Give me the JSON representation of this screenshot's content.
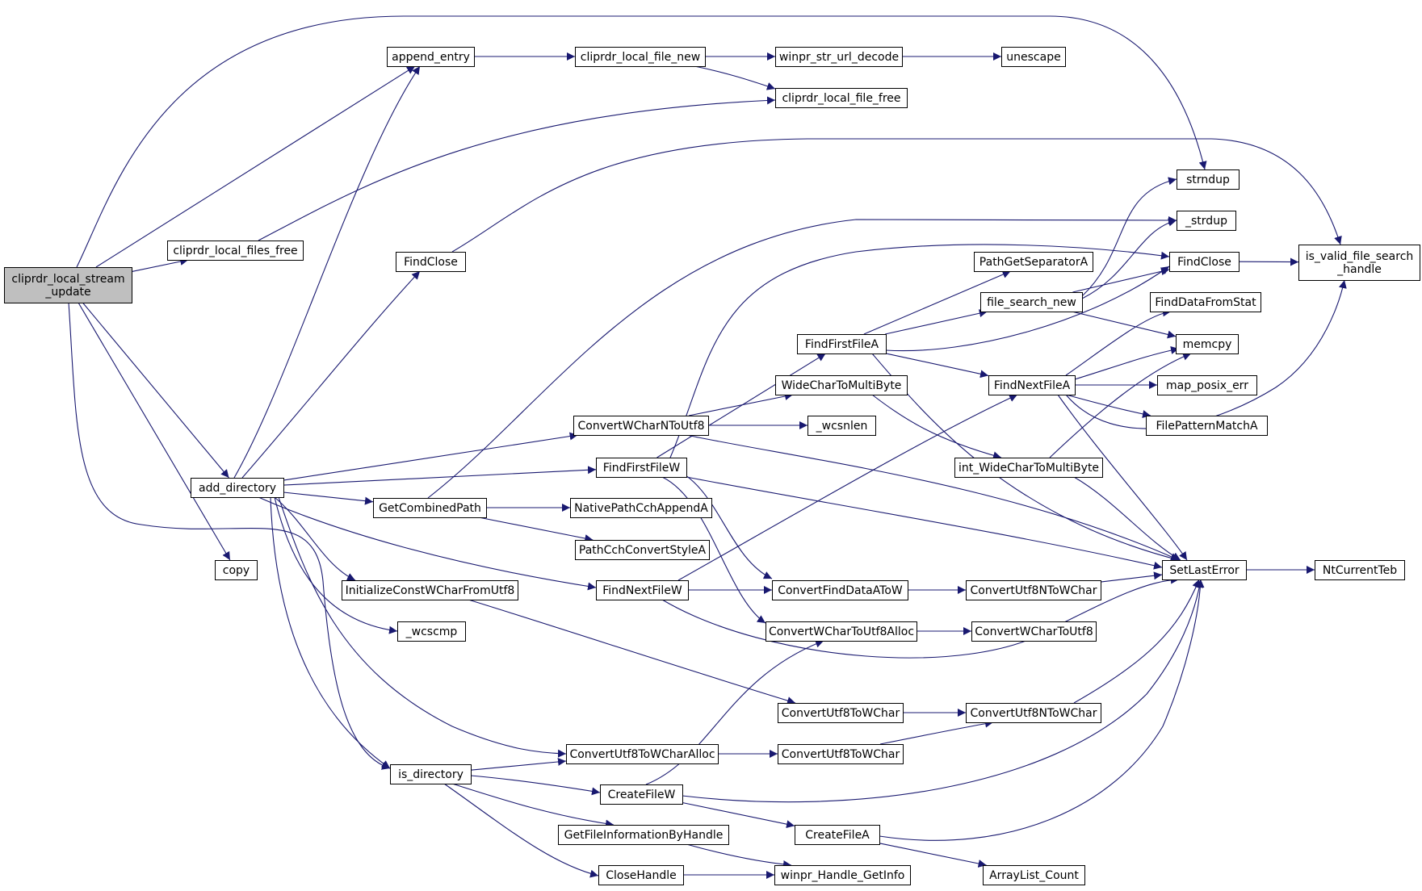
{
  "graph": {
    "root": "cliprdr_local_stream_update",
    "colors": {
      "edge": "#191970",
      "root_fill": "#bfbfbf",
      "node_fill": "#ffffff",
      "normal_border": "#000000",
      "truncated_border": "#ff0000"
    },
    "nodes": [
      {
        "id": "root",
        "lines": [
          "cliprdr_local_stream",
          "_update"
        ],
        "root": true
      },
      {
        "id": "append_entry",
        "lines": [
          "append_entry"
        ]
      },
      {
        "id": "cliprdr_local_file_new",
        "lines": [
          "cliprdr_local_file_new"
        ]
      },
      {
        "id": "winpr_str_url_decode",
        "lines": [
          "winpr_str_url_decode"
        ]
      },
      {
        "id": "unescape",
        "lines": [
          "unescape"
        ],
        "truncated": true
      },
      {
        "id": "cliprdr_local_file_free",
        "lines": [
          "cliprdr_local_file_free"
        ]
      },
      {
        "id": "cliprdr_local_files_free",
        "lines": [
          "cliprdr_local_files_free"
        ]
      },
      {
        "id": "strndup",
        "lines": [
          "strndup"
        ]
      },
      {
        "id": "_strdup",
        "lines": [
          "_strdup"
        ]
      },
      {
        "id": "FindClose_a",
        "lines": [
          "FindClose"
        ]
      },
      {
        "id": "FindClose_b",
        "lines": [
          "FindClose"
        ]
      },
      {
        "id": "is_valid_file_search_handle",
        "lines": [
          "is_valid_file_search",
          "_handle"
        ]
      },
      {
        "id": "PathGetSeparatorA",
        "lines": [
          "PathGetSeparatorA"
        ]
      },
      {
        "id": "file_search_new",
        "lines": [
          "file_search_new"
        ]
      },
      {
        "id": "FindDataFromStat",
        "lines": [
          "FindDataFromStat"
        ]
      },
      {
        "id": "FindFirstFileA",
        "lines": [
          "FindFirstFileA"
        ]
      },
      {
        "id": "memcpy",
        "lines": [
          "memcpy"
        ]
      },
      {
        "id": "WideCharToMultiByte",
        "lines": [
          "WideCharToMultiByte"
        ]
      },
      {
        "id": "FindNextFileA",
        "lines": [
          "FindNextFileA"
        ]
      },
      {
        "id": "map_posix_err",
        "lines": [
          "map_posix_err"
        ],
        "truncated": true
      },
      {
        "id": "ConvertWCharNToUtf8",
        "lines": [
          "ConvertWCharNToUtf8"
        ]
      },
      {
        "id": "_wcsnlen",
        "lines": [
          "_wcsnlen"
        ]
      },
      {
        "id": "FilePatternMatchA",
        "lines": [
          "FilePatternMatchA"
        ],
        "truncated": true
      },
      {
        "id": "FindFirstFileW",
        "lines": [
          "FindFirstFileW"
        ]
      },
      {
        "id": "int_WideCharToMultiByte",
        "lines": [
          "int_WideCharToMultiByte"
        ],
        "truncated": true
      },
      {
        "id": "add_directory",
        "lines": [
          "add_directory"
        ]
      },
      {
        "id": "GetCombinedPath",
        "lines": [
          "GetCombinedPath"
        ]
      },
      {
        "id": "NativePathCchAppendA",
        "lines": [
          "NativePathCchAppendA"
        ]
      },
      {
        "id": "PathCchConvertStyleA",
        "lines": [
          "PathCchConvertStyleA"
        ]
      },
      {
        "id": "copy",
        "lines": [
          "copy"
        ]
      },
      {
        "id": "SetLastError",
        "lines": [
          "SetLastError"
        ]
      },
      {
        "id": "NtCurrentTeb",
        "lines": [
          "NtCurrentTeb"
        ],
        "truncated": true
      },
      {
        "id": "InitializeConstWCharFromUtf8",
        "lines": [
          "InitializeConstWCharFromUtf8"
        ]
      },
      {
        "id": "FindNextFileW",
        "lines": [
          "FindNextFileW"
        ]
      },
      {
        "id": "ConvertFindDataAToW",
        "lines": [
          "ConvertFindDataAToW"
        ]
      },
      {
        "id": "ConvertUtf8NToWChar_a",
        "lines": [
          "ConvertUtf8NToWChar"
        ],
        "truncated": true
      },
      {
        "id": "_wcscmp",
        "lines": [
          "_wcscmp"
        ]
      },
      {
        "id": "ConvertWCharToUtf8Alloc",
        "lines": [
          "ConvertWCharToUtf8Alloc"
        ]
      },
      {
        "id": "ConvertWCharToUtf8",
        "lines": [
          "ConvertWCharToUtf8"
        ],
        "truncated": true
      },
      {
        "id": "ConvertUtf8ToWChar_a",
        "lines": [
          "ConvertUtf8ToWChar"
        ]
      },
      {
        "id": "ConvertUtf8NToWChar_b",
        "lines": [
          "ConvertUtf8NToWChar"
        ],
        "truncated": true
      },
      {
        "id": "ConvertUtf8ToWCharAlloc",
        "lines": [
          "ConvertUtf8ToWCharAlloc"
        ]
      },
      {
        "id": "ConvertUtf8ToWChar_b",
        "lines": [
          "ConvertUtf8ToWChar"
        ]
      },
      {
        "id": "is_directory",
        "lines": [
          "is_directory"
        ]
      },
      {
        "id": "CreateFileW",
        "lines": [
          "CreateFileW"
        ]
      },
      {
        "id": "CreateFileA",
        "lines": [
          "CreateFileA"
        ],
        "truncated": true
      },
      {
        "id": "GetFileInformationByHandle",
        "lines": [
          "GetFileInformationByHandle"
        ]
      },
      {
        "id": "CloseHandle",
        "lines": [
          "CloseHandle"
        ]
      },
      {
        "id": "winpr_Handle_GetInfo",
        "lines": [
          "winpr_Handle_GetInfo"
        ]
      },
      {
        "id": "ArrayList_Count",
        "lines": [
          "ArrayList_Count"
        ]
      }
    ],
    "edges": [
      {
        "from": "root",
        "to": "append_entry"
      },
      {
        "from": "root",
        "to": "strndup"
      },
      {
        "from": "root",
        "to": "cliprdr_local_files_free"
      },
      {
        "from": "root",
        "to": "add_directory"
      },
      {
        "from": "root",
        "to": "copy"
      },
      {
        "from": "root",
        "to": "is_directory"
      },
      {
        "from": "append_entry",
        "to": "cliprdr_local_file_new"
      },
      {
        "from": "cliprdr_local_file_new",
        "to": "winpr_str_url_decode"
      },
      {
        "from": "cliprdr_local_file_new",
        "to": "cliprdr_local_file_free"
      },
      {
        "from": "winpr_str_url_decode",
        "to": "unescape"
      },
      {
        "from": "cliprdr_local_files_free",
        "to": "cliprdr_local_file_free"
      },
      {
        "from": "add_directory",
        "to": "append_entry"
      },
      {
        "from": "add_directory",
        "to": "FindClose_b"
      },
      {
        "from": "add_directory",
        "to": "ConvertWCharNToUtf8"
      },
      {
        "from": "add_directory",
        "to": "FindFirstFileW"
      },
      {
        "from": "add_directory",
        "to": "GetCombinedPath"
      },
      {
        "from": "add_directory",
        "to": "FindNextFileW"
      },
      {
        "from": "add_directory",
        "to": "InitializeConstWCharFromUtf8"
      },
      {
        "from": "add_directory",
        "to": "_wcscmp"
      },
      {
        "from": "add_directory",
        "to": "ConvertUtf8ToWCharAlloc"
      },
      {
        "from": "add_directory",
        "to": "is_directory"
      },
      {
        "from": "FindClose_b",
        "to": "is_valid_file_search_handle"
      },
      {
        "from": "GetCombinedPath",
        "to": "_strdup"
      },
      {
        "from": "GetCombinedPath",
        "to": "NativePathCchAppendA"
      },
      {
        "from": "GetCombinedPath",
        "to": "PathCchConvertStyleA"
      },
      {
        "from": "ConvertWCharNToUtf8",
        "to": "WideCharToMultiByte"
      },
      {
        "from": "ConvertWCharNToUtf8",
        "to": "_wcsnlen"
      },
      {
        "from": "ConvertWCharNToUtf8",
        "to": "SetLastError"
      },
      {
        "from": "WideCharToMultiByte",
        "to": "int_WideCharToMultiByte"
      },
      {
        "from": "FindFirstFileW",
        "to": "FindClose_a"
      },
      {
        "from": "FindFirstFileW",
        "to": "FindFirstFileA"
      },
      {
        "from": "FindFirstFileW",
        "to": "ConvertFindDataAToW"
      },
      {
        "from": "FindFirstFileW",
        "to": "ConvertWCharToUtf8Alloc"
      },
      {
        "from": "FindFirstFileW",
        "to": "SetLastError"
      },
      {
        "from": "FindFirstFileA",
        "to": "PathGetSeparatorA"
      },
      {
        "from": "FindFirstFileA",
        "to": "file_search_new"
      },
      {
        "from": "FindFirstFileA",
        "to": "FindClose_a"
      },
      {
        "from": "FindFirstFileA",
        "to": "FindNextFileA"
      },
      {
        "from": "FindFirstFileA",
        "to": "SetLastError"
      },
      {
        "from": "file_search_new",
        "to": "strndup"
      },
      {
        "from": "file_search_new",
        "to": "_strdup"
      },
      {
        "from": "file_search_new",
        "to": "FindClose_a"
      },
      {
        "from": "file_search_new",
        "to": "memcpy"
      },
      {
        "from": "FindClose_a",
        "to": "is_valid_file_search_handle"
      },
      {
        "from": "FindNextFileA",
        "to": "FindDataFromStat"
      },
      {
        "from": "FindNextFileA",
        "to": "memcpy"
      },
      {
        "from": "FindNextFileA",
        "to": "map_posix_err"
      },
      {
        "from": "FindNextFileA",
        "to": "FilePatternMatchA"
      },
      {
        "from": "FindNextFileA",
        "to": "SetLastError"
      },
      {
        "from": "FindNextFileA",
        "to": "is_valid_file_search_handle"
      },
      {
        "from": "int_WideCharToMultiByte",
        "to": "memcpy"
      },
      {
        "from": "int_WideCharToMultiByte",
        "to": "SetLastError"
      },
      {
        "from": "FindNextFileW",
        "to": "FindNextFileA"
      },
      {
        "from": "FindNextFileW",
        "to": "ConvertFindDataAToW"
      },
      {
        "from": "FindNextFileW",
        "to": "SetLastError"
      },
      {
        "from": "ConvertFindDataAToW",
        "to": "ConvertUtf8NToWChar_a"
      },
      {
        "from": "ConvertUtf8NToWChar_a",
        "to": "SetLastError"
      },
      {
        "from": "ConvertWCharToUtf8Alloc",
        "to": "ConvertWCharToUtf8"
      },
      {
        "from": "InitializeConstWCharFromUtf8",
        "to": "ConvertUtf8ToWChar_a"
      },
      {
        "from": "ConvertUtf8ToWChar_a",
        "to": "ConvertUtf8NToWChar_b"
      },
      {
        "from": "ConvertUtf8NToWChar_b",
        "to": "SetLastError"
      },
      {
        "from": "ConvertUtf8ToWCharAlloc",
        "to": "ConvertUtf8ToWChar_b"
      },
      {
        "from": "ConvertUtf8ToWChar_b",
        "to": "ConvertUtf8NToWChar_b"
      },
      {
        "from": "is_directory",
        "to": "ConvertUtf8ToWCharAlloc"
      },
      {
        "from": "is_directory",
        "to": "CreateFileW"
      },
      {
        "from": "is_directory",
        "to": "GetFileInformationByHandle"
      },
      {
        "from": "is_directory",
        "to": "CloseHandle"
      },
      {
        "from": "CreateFileW",
        "to": "ConvertWCharToUtf8Alloc"
      },
      {
        "from": "CreateFileW",
        "to": "CreateFileA"
      },
      {
        "from": "CreateFileW",
        "to": "SetLastError"
      },
      {
        "from": "CreateFileA",
        "to": "ArrayList_Count"
      },
      {
        "from": "CreateFileA",
        "to": "SetLastError"
      },
      {
        "from": "GetFileInformationByHandle",
        "to": "winpr_Handle_GetInfo"
      },
      {
        "from": "CloseHandle",
        "to": "winpr_Handle_GetInfo"
      },
      {
        "from": "SetLastError",
        "to": "NtCurrentTeb"
      }
    ]
  }
}
